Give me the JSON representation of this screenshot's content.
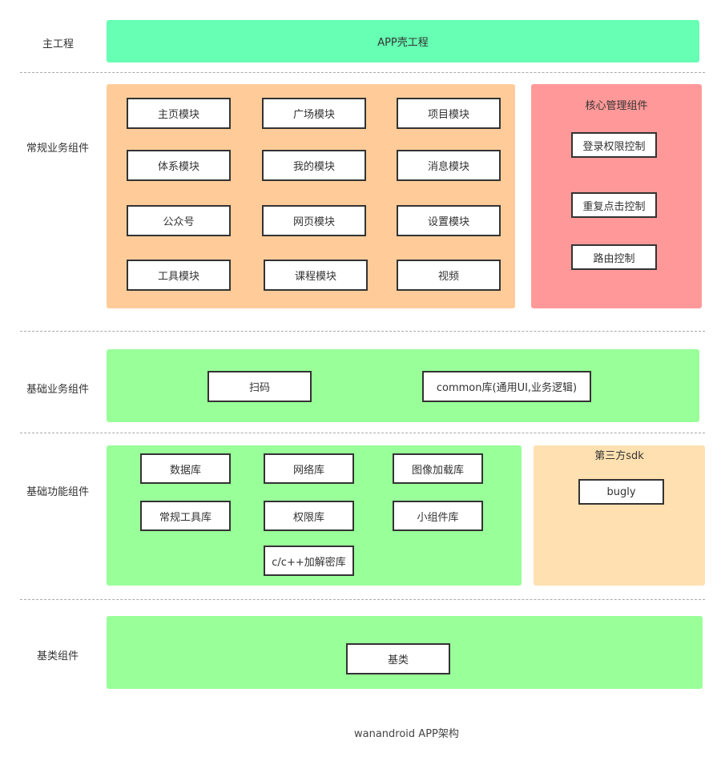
{
  "colors": {
    "shell": "#66ffb3",
    "business": "#ffcc99",
    "core": "#ff9999",
    "base": "#99ff99",
    "third_party": "#ffe0b0"
  },
  "rows": {
    "main": "主工程",
    "business": "常规业务组件",
    "base_business": "基础业务组件",
    "base_function": "基础功能组件",
    "base_class": "基类组件"
  },
  "shell": {
    "label": "APP壳工程"
  },
  "business_modules": [
    "主页模块",
    "广场模块",
    "项目模块",
    "体系模块",
    "我的模块",
    "消息模块",
    "公众号",
    "网页模块",
    "设置模块",
    "工具模块",
    "课程模块",
    "视频"
  ],
  "core": {
    "title": "核心管理组件",
    "items": [
      "登录权限控制",
      "重复点击控制",
      "路由控制"
    ]
  },
  "base_business": {
    "items": [
      "扫码",
      "common库(通用UI,业务逻辑)"
    ]
  },
  "base_function": {
    "items": [
      "数据库",
      "网络库",
      "图像加载库",
      "常规工具库",
      "权限库",
      "小组件库",
      "c/c++加解密库"
    ]
  },
  "third_party": {
    "title": "第三方sdk",
    "items": [
      "bugly"
    ]
  },
  "base_class": {
    "label": "基类"
  },
  "caption": "wanandroid APP架构"
}
